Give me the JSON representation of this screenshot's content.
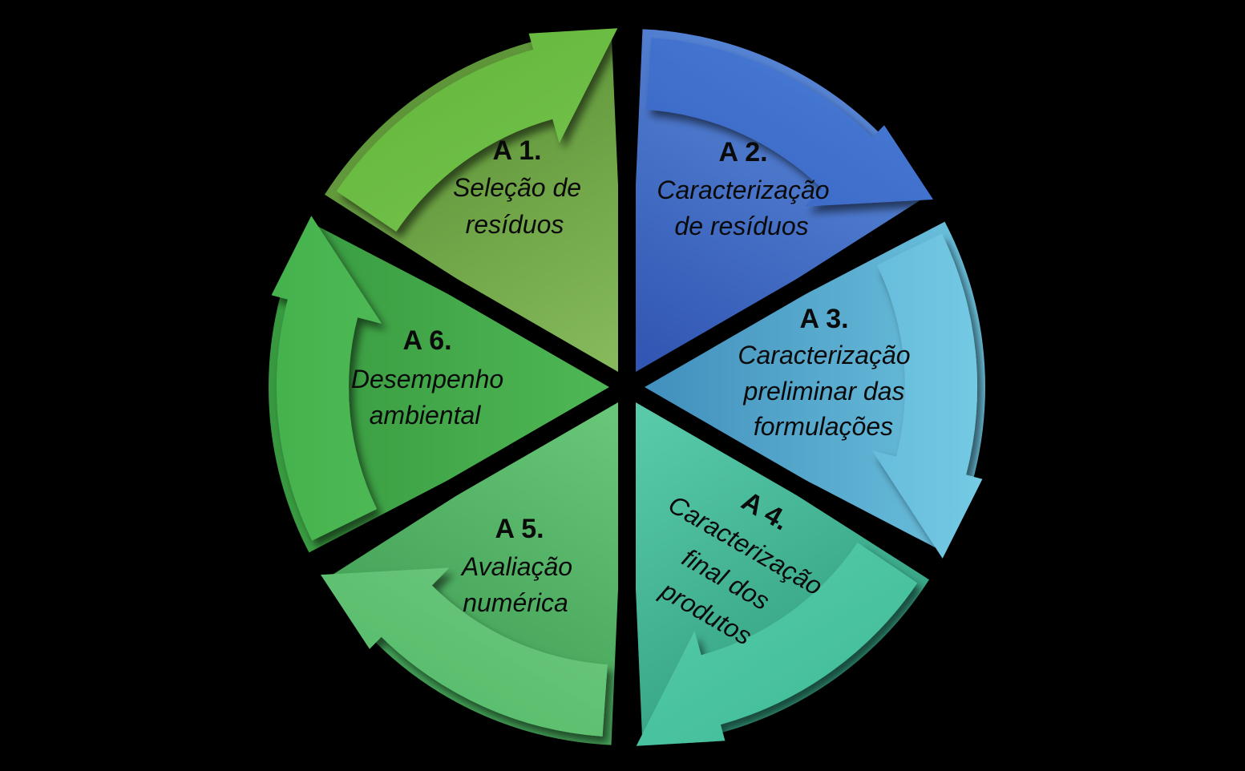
{
  "diagram": {
    "background_color": "#000000",
    "separator_color": "#000000",
    "text_color": "#0a0a0a",
    "direction": "clockwise",
    "segments": [
      {
        "id": "a1",
        "title": "A 1.",
        "lines": [
          "Seleção de",
          "resíduos"
        ],
        "wedge_color_outer": "#5E9538",
        "wedge_color_inner": "#85B95B",
        "arrow_color_outer": "#68BA40",
        "arrow_color_inner": "#7CC855"
      },
      {
        "id": "a2",
        "title": "A 2.",
        "lines": [
          "Caracterização",
          "de resíduos"
        ],
        "wedge_color_outer": "#5583D3",
        "wedge_color_inner": "#3156B3",
        "arrow_color_outer": "#4475D0",
        "arrow_color_inner": "#2F58BB"
      },
      {
        "id": "a3",
        "title": "A 3.",
        "lines": [
          "Caracterização",
          "preliminar das",
          "formulações"
        ],
        "wedge_color_outer": "#6CC2DD",
        "wedge_color_inner": "#4391BE",
        "arrow_color_outer": "#74CAE3",
        "arrow_color_inner": "#4BA0CE"
      },
      {
        "id": "a4",
        "title": "A 4.",
        "lines": [
          "Caracterização",
          "final dos",
          "produtos"
        ],
        "wedge_color_outer": "#35A384",
        "wedge_color_inner": "#58CAAA",
        "arrow_color_outer": "#46C09E",
        "arrow_color_inner": "#62D2B1"
      },
      {
        "id": "a5",
        "title": "A 5.",
        "lines": [
          "Avaliação",
          "numérica"
        ],
        "wedge_color_outer": "#42A156",
        "wedge_color_inner": "#68C678",
        "arrow_color_outer": "#5BBE6E",
        "arrow_color_inner": "#7FD18D"
      },
      {
        "id": "a6",
        "title": "A 6.",
        "lines": [
          "Desempenho",
          "ambiental"
        ],
        "wedge_color_outer": "#37993F",
        "wedge_color_inner": "#4EB654",
        "arrow_color_outer": "#44B24D",
        "arrow_color_inner": "#60C765"
      }
    ]
  }
}
